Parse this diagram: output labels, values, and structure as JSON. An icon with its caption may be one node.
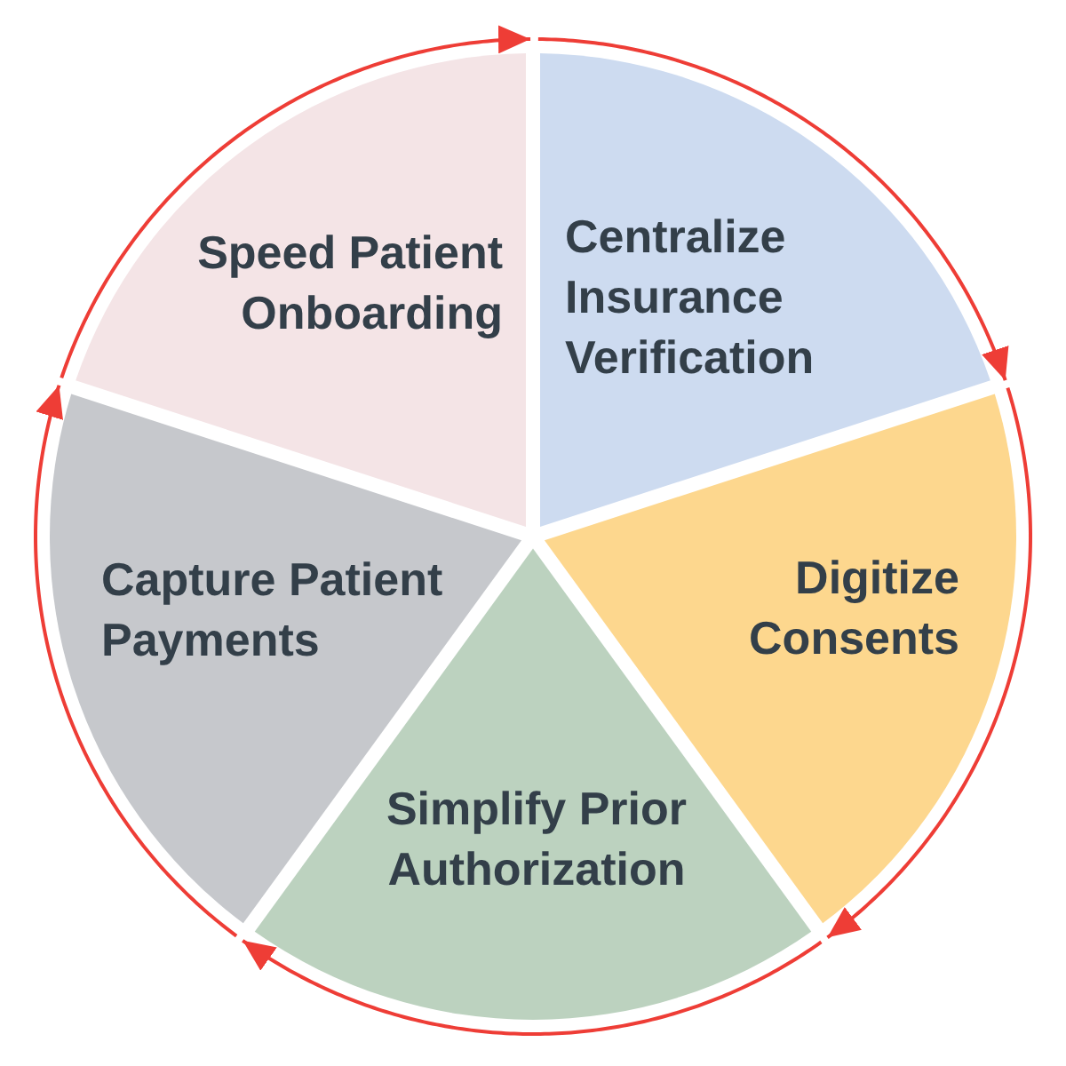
{
  "diagram": {
    "nodes": [
      {
        "text": [
          "Speed Patient Onboarding"
        ]
      },
      {
        "text": [
          "Centralize Insurance Verification"
        ]
      },
      {
        "text": [
          "Digitize Consents"
        ]
      },
      {
        "text": [
          "Simplify Prior Authorization"
        ]
      },
      {
        "text": [
          "Capture Patient Payments"
        ]
      }
    ],
    "edges": [
      {
        "from": 0,
        "to": 1,
        "arrow": "to"
      },
      {
        "from": 1,
        "to": 2,
        "arrow": "to"
      },
      {
        "from": 2,
        "to": 3,
        "arrow": "to"
      },
      {
        "from": 3,
        "to": 4,
        "arrow": "to"
      },
      {
        "from": 4,
        "to": 0,
        "arrow": "to"
      }
    ]
  }
}
